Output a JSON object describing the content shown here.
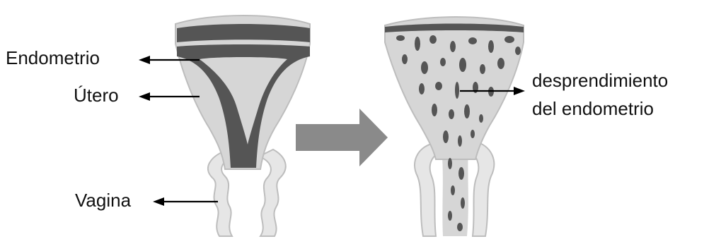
{
  "labels": {
    "endometrio": "Endometrio",
    "utero": "Útero",
    "vagina": "Vagina",
    "shedding_line1": "desprendimiento",
    "shedding_line2": "del endometrio"
  },
  "colors": {
    "tissue_light": "#d6d6d6",
    "tissue_outline": "#bdbdbd",
    "endometrium_dark": "#555555",
    "big_arrow": "#8a8a8a",
    "pointer": "#000000"
  }
}
